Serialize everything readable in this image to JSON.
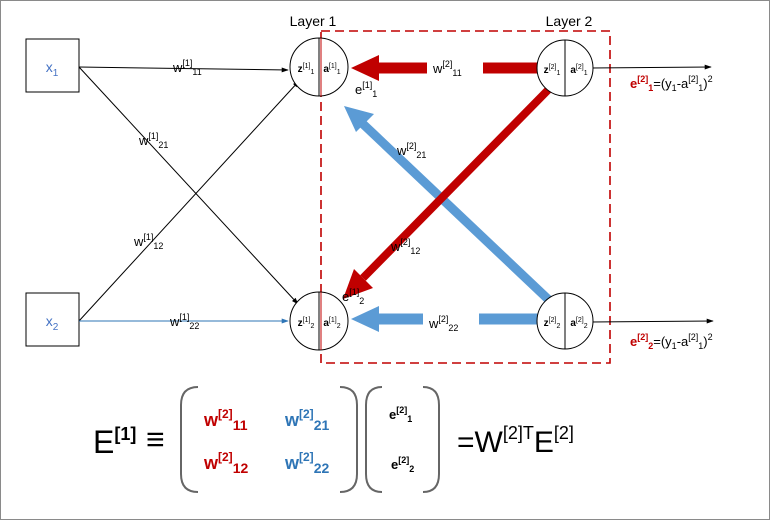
{
  "layers": {
    "layer1": "Layer 1",
    "layer2": "Layer 2"
  },
  "inputs": {
    "x1": {
      "base": "x",
      "sub": "1"
    },
    "x2": {
      "base": "x",
      "sub": "2"
    }
  },
  "nodes": {
    "h1": {
      "z": {
        "base": "z",
        "sup": "[1]",
        "sub": "1"
      },
      "a": {
        "base": "a",
        "sup": "[1]",
        "sub": "1"
      }
    },
    "h2": {
      "z": {
        "base": "z",
        "sup": "[1]",
        "sub": "2"
      },
      "a": {
        "base": "a",
        "sup": "[1]",
        "sub": "2"
      }
    },
    "o1": {
      "z": {
        "base": "z",
        "sup": "[2]",
        "sub": "1"
      },
      "a": {
        "base": "a",
        "sup": "[2]",
        "sub": "1"
      }
    },
    "o2": {
      "z": {
        "base": "z",
        "sup": "[2]",
        "sub": "2"
      },
      "a": {
        "base": "a",
        "sup": "[2]",
        "sub": "2"
      }
    }
  },
  "weights": {
    "w1_11": {
      "base": "w",
      "sup": "[1]",
      "sub": "11"
    },
    "w1_21": {
      "base": "w",
      "sup": "[1]",
      "sub": "21"
    },
    "w1_12": {
      "base": "w",
      "sup": "[1]",
      "sub": "12"
    },
    "w1_22": {
      "base": "w",
      "sup": "[1]",
      "sub": "22"
    },
    "w2_11": {
      "base": "w",
      "sup": "[2]",
      "sub": "11"
    },
    "w2_21": {
      "base": "w",
      "sup": "[2]",
      "sub": "21"
    },
    "w2_12": {
      "base": "w",
      "sup": "[2]",
      "sub": "12"
    },
    "w2_22": {
      "base": "w",
      "sup": "[2]",
      "sub": "22"
    }
  },
  "errors": {
    "e1_1": {
      "base": "e",
      "sup": "[1]",
      "sub": "1"
    },
    "e1_2": {
      "base": "e",
      "sup": "[1]",
      "sub": "2"
    }
  },
  "output_errors": {
    "o1": {
      "e_base": "e",
      "e_sup": "[2]",
      "e_sub": "1",
      "eq": "=(y",
      "y_sub": "1",
      "minus": "-a",
      "a_sup": "[2]",
      "a_sub": "1",
      "close": ")",
      "pow": "2"
    },
    "o2": {
      "e_base": "e",
      "e_sup": "[2]",
      "e_sub": "2",
      "eq": "=(y",
      "y_sub": "1",
      "minus": "-a",
      "a_sup": "[2]",
      "a_sub": "1",
      "close": ")",
      "pow": "2"
    }
  },
  "equation": {
    "lhs": {
      "base": "E",
      "sup": "[1]"
    },
    "equiv": "≡",
    "matrix": {
      "m11": {
        "base": "w",
        "sup": "[2]",
        "sub": "11"
      },
      "m21": {
        "base": "w",
        "sup": "[2]",
        "sub": "21"
      },
      "m12": {
        "base": "w",
        "sup": "[2]",
        "sub": "12"
      },
      "m22": {
        "base": "w",
        "sup": "[2]",
        "sub": "22"
      }
    },
    "vector": {
      "v1": {
        "base": "e",
        "sup": "[2]",
        "sub": "1"
      },
      "v2": {
        "base": "e",
        "sup": "[2]",
        "sub": "2"
      }
    },
    "rhs": {
      "eq": "=W",
      "w_sup": "[2]T",
      "e_base": "E",
      "e_sup": "[2]"
    }
  },
  "colors": {
    "red": "#c00000",
    "blue": "#5b9bd5",
    "input_text": "#4472c4",
    "thin_blue": "#2e75b6",
    "dark": "#000000"
  }
}
